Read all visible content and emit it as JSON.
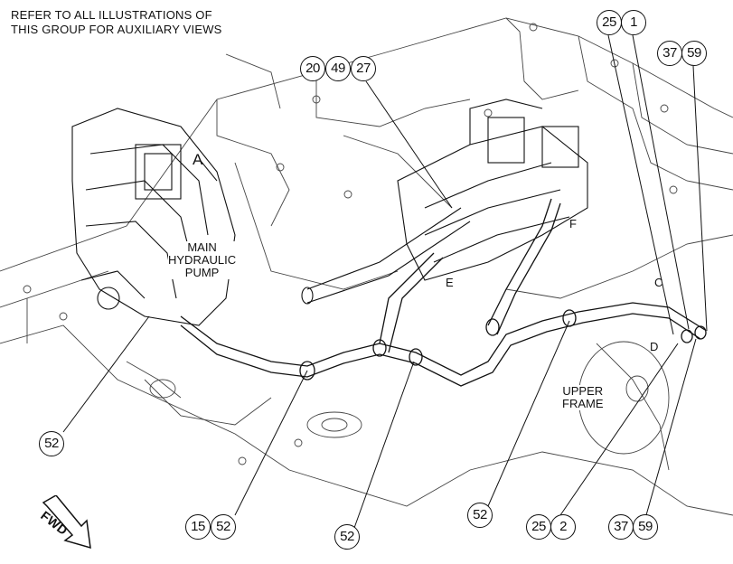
{
  "note": {
    "line1": "REFER TO ALL ILLUSTRATIONS OF",
    "line2": "THIS GROUP FOR AUXILIARY VIEWS"
  },
  "callouts": [
    "25",
    "1",
    "37",
    "59",
    "20",
    "49",
    "27",
    "52",
    "15",
    "52",
    "52",
    "52",
    "25",
    "2",
    "37",
    "59"
  ],
  "labels": {
    "pump": [
      "MAIN",
      "HYDRAULIC",
      "PUMP"
    ],
    "frame": [
      "UPPER",
      "FRAME"
    ]
  },
  "view_letters": {
    "a": "A",
    "c": "C",
    "d": "D",
    "e": "E",
    "f": "F"
  },
  "direction": "FWD"
}
